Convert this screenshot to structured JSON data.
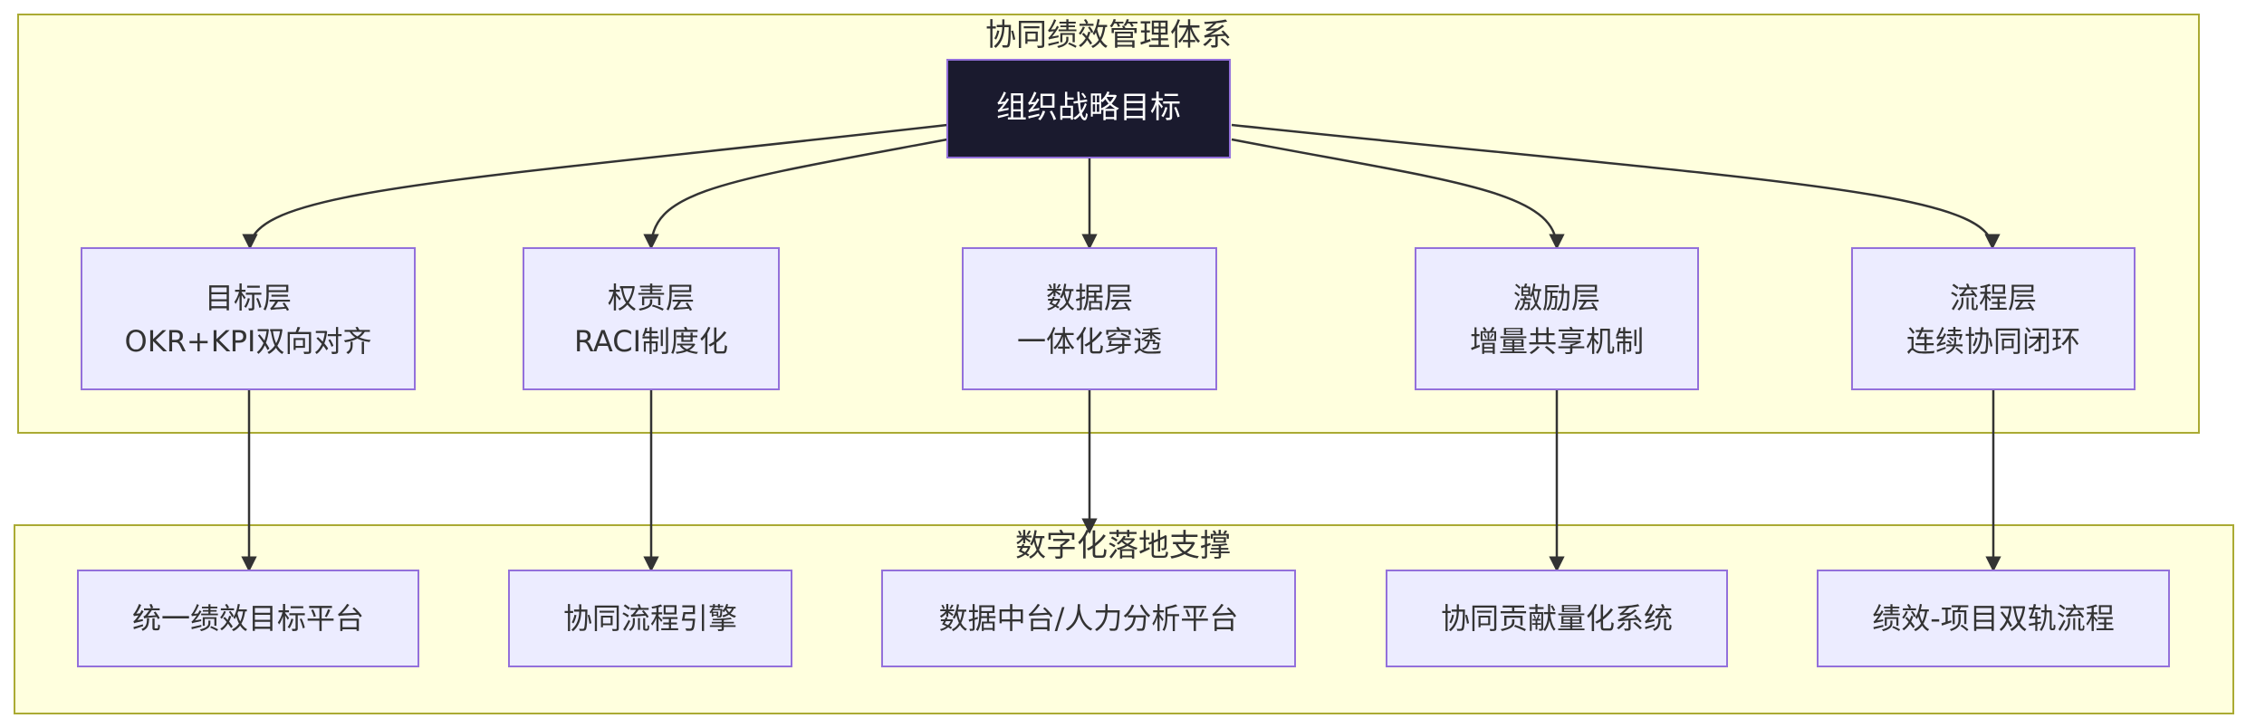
{
  "clusters": {
    "system": {
      "title": "协同绩效管理体系"
    },
    "support": {
      "title": "数字化落地支撑"
    }
  },
  "root": {
    "label": "组织战略目标"
  },
  "layers": [
    {
      "title": "目标层",
      "subtitle": "OKR+KPI双向对齐"
    },
    {
      "title": "权责层",
      "subtitle": "RACI制度化"
    },
    {
      "title": "数据层",
      "subtitle": "一体化穿透"
    },
    {
      "title": "激励层",
      "subtitle": "增量共享机制"
    },
    {
      "title": "流程层",
      "subtitle": "连续协同闭环"
    }
  ],
  "platforms": [
    {
      "label": "统一绩效目标平台"
    },
    {
      "label": "协同流程引擎"
    },
    {
      "label": "数据中台/人力分析平台"
    },
    {
      "label": "协同贡献量化系统"
    },
    {
      "label": "绩效-项目双轨流程"
    }
  ],
  "colors": {
    "cluster_fill": "#ffffde",
    "cluster_stroke": "#aaaa33",
    "node_fill": "#ececff",
    "node_stroke": "#9370db",
    "root_fill": "#1a1a2e",
    "edge": "#333333"
  }
}
